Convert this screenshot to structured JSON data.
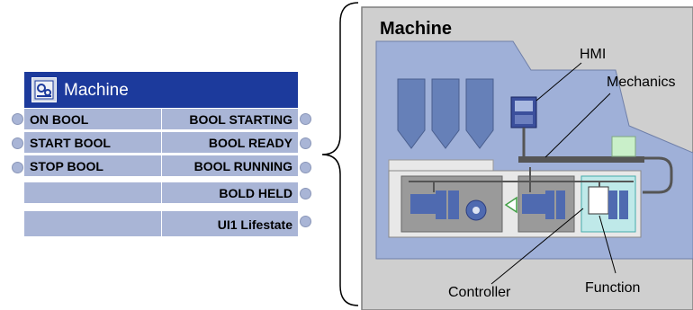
{
  "function_block": {
    "title": "Machine",
    "icon": "machine-block-icon",
    "rows": [
      {
        "input": "ON BOOL",
        "output": "BOOL STARTING"
      },
      {
        "input": "START BOOL",
        "output": "BOOL READY"
      },
      {
        "input": "STOP BOOL",
        "output": "BOOL RUNNING"
      },
      {
        "input": "",
        "output": "BOLD HELD"
      },
      {
        "input": "",
        "output": "UI1 Lifestate"
      }
    ]
  },
  "machine_diagram": {
    "title": "Machine",
    "callouts": {
      "hmi": "HMI",
      "mechanics": "Mechanics",
      "controller": "Controller",
      "function": "Function"
    }
  }
}
